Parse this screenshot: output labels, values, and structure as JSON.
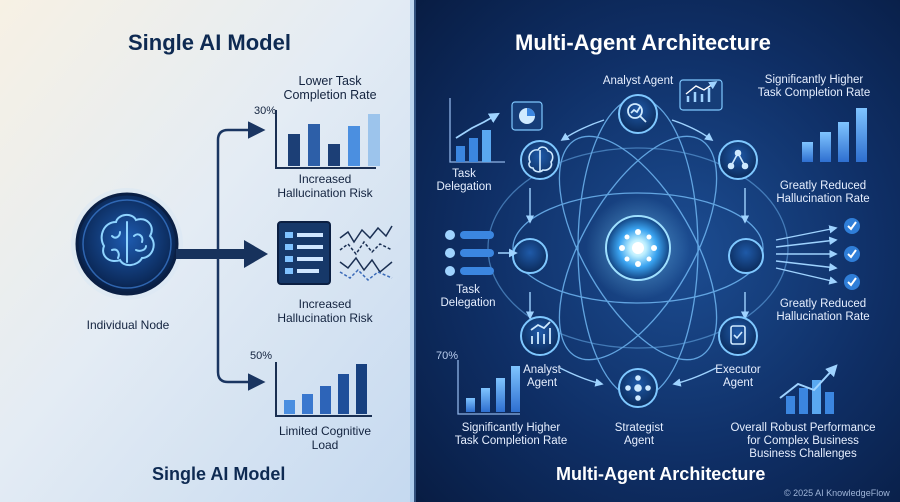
{
  "left": {
    "title": "Single AI Model",
    "bottom_title": "Single AI Model",
    "node_label": "Individual Node",
    "top_chart": {
      "header": [
        "Lower Task",
        "Completion Rate"
      ],
      "caption": [
        "Increased",
        "Hallucination Risk"
      ],
      "pct": "30%"
    },
    "middle": {
      "caption": [
        "Increased",
        "Hallucination Risk"
      ]
    },
    "bottom_chart": {
      "pct": "50%",
      "caption": [
        "Limited Cognitive",
        "Load"
      ]
    }
  },
  "right": {
    "title": "Multi-Agent Architecture",
    "bottom_title": "Multi-Agent Architecture",
    "agents": {
      "top": "Analyst Agent",
      "upper_left": [
        "Task",
        "Delegation"
      ],
      "mid_left": [
        "Task",
        "Delegation"
      ],
      "lower_left": [
        "Analyst",
        "Agent"
      ],
      "bottom": [
        "Strategist",
        "Agent"
      ],
      "lower_right": [
        "Executor",
        "Agent"
      ]
    },
    "callouts": {
      "top_right": [
        "Significantly Higher",
        "Task Completion Rate"
      ],
      "upper_right": [
        "Greatly Reduced",
        "Hallucination Rate"
      ],
      "mid_right": [
        "Greatly Reduced",
        "Hallucination Rate"
      ],
      "bottom_left": [
        "Significantly Higher",
        "Task Completion Rate"
      ],
      "bottom_right": [
        "Overall Robust Performance",
        "for Complex Business",
        "Business Challenges"
      ]
    },
    "pct_bottom_left": "70%"
  },
  "footer": "© 2025 AI KnowledgeFlow",
  "colors": {
    "left_bg_top": "#f5f0e6",
    "left_bg_bottom": "#cfe0f3",
    "right_bg": "#0d2a5c",
    "accent_blue": "#3b86e0",
    "glow": "#7fd4ff",
    "dark_navy": "#0e2a52"
  }
}
